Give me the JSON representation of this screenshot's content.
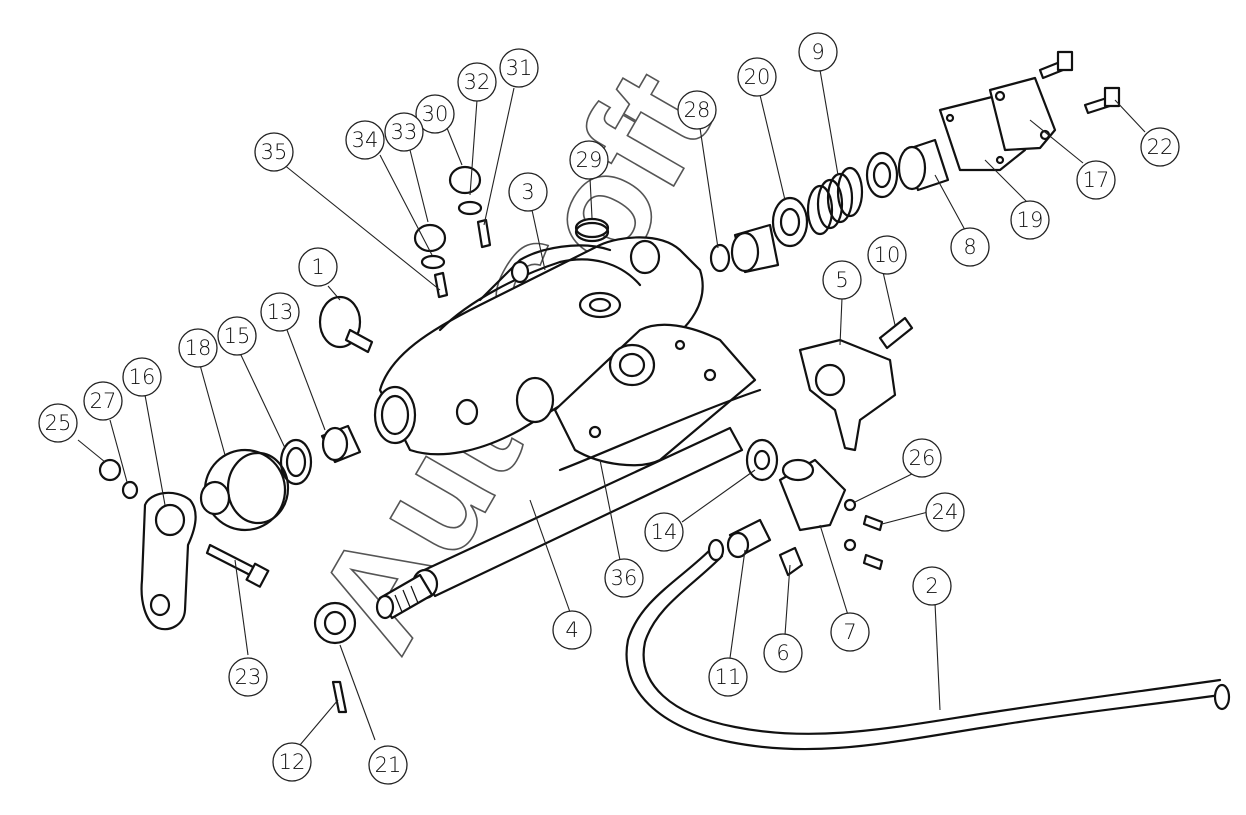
{
  "watermark": "AutoSoft",
  "top_mark": "",
  "callouts": [
    {
      "label": "1"
    },
    {
      "label": "2"
    },
    {
      "label": "3"
    },
    {
      "label": "4"
    },
    {
      "label": "5"
    },
    {
      "label": "6"
    },
    {
      "label": "7"
    },
    {
      "label": "8"
    },
    {
      "label": "9"
    },
    {
      "label": "10"
    },
    {
      "label": "11"
    },
    {
      "label": "12"
    },
    {
      "label": "13"
    },
    {
      "label": "14"
    },
    {
      "label": "15"
    },
    {
      "label": "16"
    },
    {
      "label": "17"
    },
    {
      "label": "18"
    },
    {
      "label": "19"
    },
    {
      "label": "20"
    },
    {
      "label": "21"
    },
    {
      "label": "22"
    },
    {
      "label": "23"
    },
    {
      "label": "24"
    },
    {
      "label": "25"
    },
    {
      "label": "26"
    },
    {
      "label": "27"
    },
    {
      "label": "28"
    },
    {
      "label": "29"
    },
    {
      "label": "30"
    },
    {
      "label": "31"
    },
    {
      "label": "32"
    },
    {
      "label": "33"
    },
    {
      "label": "34"
    },
    {
      "label": "35"
    },
    {
      "label": "36"
    }
  ]
}
